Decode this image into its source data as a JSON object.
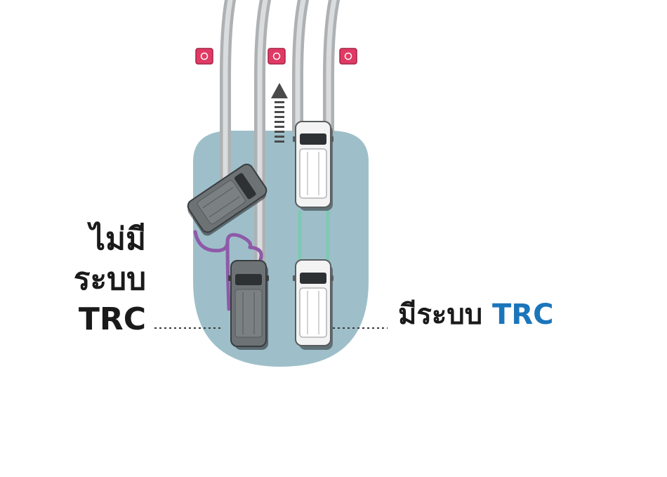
{
  "labels": {
    "without_line1": "ไม่มี",
    "without_line2": "ระบบ",
    "without_line3": "TRC",
    "with_prefix": "มีระบบ",
    "with_trc": "TRC"
  },
  "colors": {
    "zone": "#9ebfc9",
    "track_outer": "#aeb1b3",
    "track_inner": "#d8dadb",
    "car_dark": "#6d7275",
    "car_light": "#f3f3f3",
    "skid": "#8e5aa8",
    "traction": "#7fc9b2",
    "marker": "#e03a64",
    "arrow": "#4a4a4a",
    "accent": "#1b75bb"
  },
  "icons": [
    "up-arrow-icon",
    "cone-marker-icon",
    "car-icon"
  ]
}
